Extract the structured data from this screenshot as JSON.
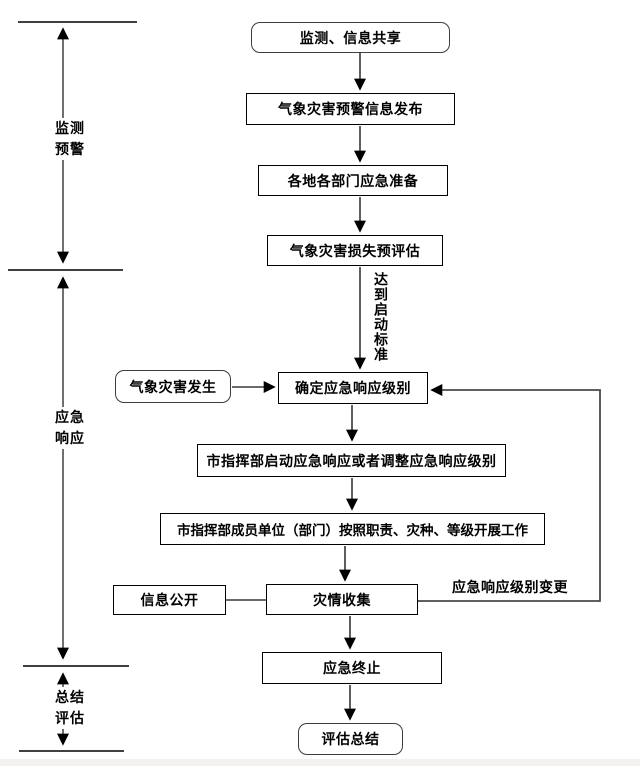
{
  "diagram": {
    "title_hint": "气象灾害应急流程图",
    "phases": {
      "monitoring": "监测\n预警",
      "response": "应急\n响应",
      "evaluation": "总结\n评估"
    },
    "nodes": {
      "monitor_share": "监测、信息共享",
      "warning_release": "气象灾害预警信息发布",
      "local_prepare": "各地各部门应急准备",
      "loss_preassess": "气象灾害损失预评估",
      "disaster_occur": "气象灾害发生",
      "determine_level": "确定应急响应级别",
      "start_adjust": "市指挥部启动应急响应或者调整应急响应级别",
      "members_work": "市指挥部成员单位（部门）按照职责、灾种、等级开展工作",
      "info_public": "信息公开",
      "collect_info": "灾情收集",
      "end_response": "应急终止",
      "evaluate": "评估总结"
    },
    "edge_labels": {
      "reach_threshold": "达到启动标准",
      "level_change": "应急响应级别变更"
    },
    "colors": {
      "box_border": "#000000",
      "rounded_border": "#3d3d3d",
      "rail_line": "#404040",
      "flow_line": "#1a1a1a",
      "feedback_line": "#4a4a4a",
      "background": "#ffffff",
      "bottom_strip": "#f3f1f0"
    }
  }
}
